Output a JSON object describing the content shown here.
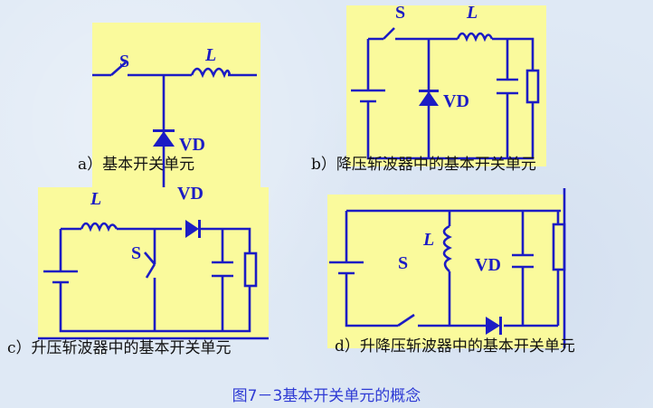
{
  "figure": {
    "title": "图7－3基本开关单元的概念",
    "panels": [
      {
        "caption": "a）基本开关单元",
        "labels": {
          "switch": "S",
          "inductor": "L",
          "diode": "VD"
        }
      },
      {
        "caption": "b）降压斩波器中的基本开关单元",
        "labels": {
          "switch": "S",
          "inductor": "L",
          "diode": "VD"
        }
      },
      {
        "caption": "c）升压斩波器中的基本开关单元",
        "labels": {
          "switch": "S",
          "inductor": "L",
          "diode": "VD"
        }
      },
      {
        "caption": "d）升降压斩波器中的基本开关单元",
        "labels": {
          "switch": "S",
          "inductor": "L",
          "diode": "VD"
        }
      }
    ]
  },
  "colors": {
    "wire": "#1c1cc4",
    "panel": "#fafa9c",
    "background": "#dfe9f5",
    "title": "#2e3ad4"
  }
}
